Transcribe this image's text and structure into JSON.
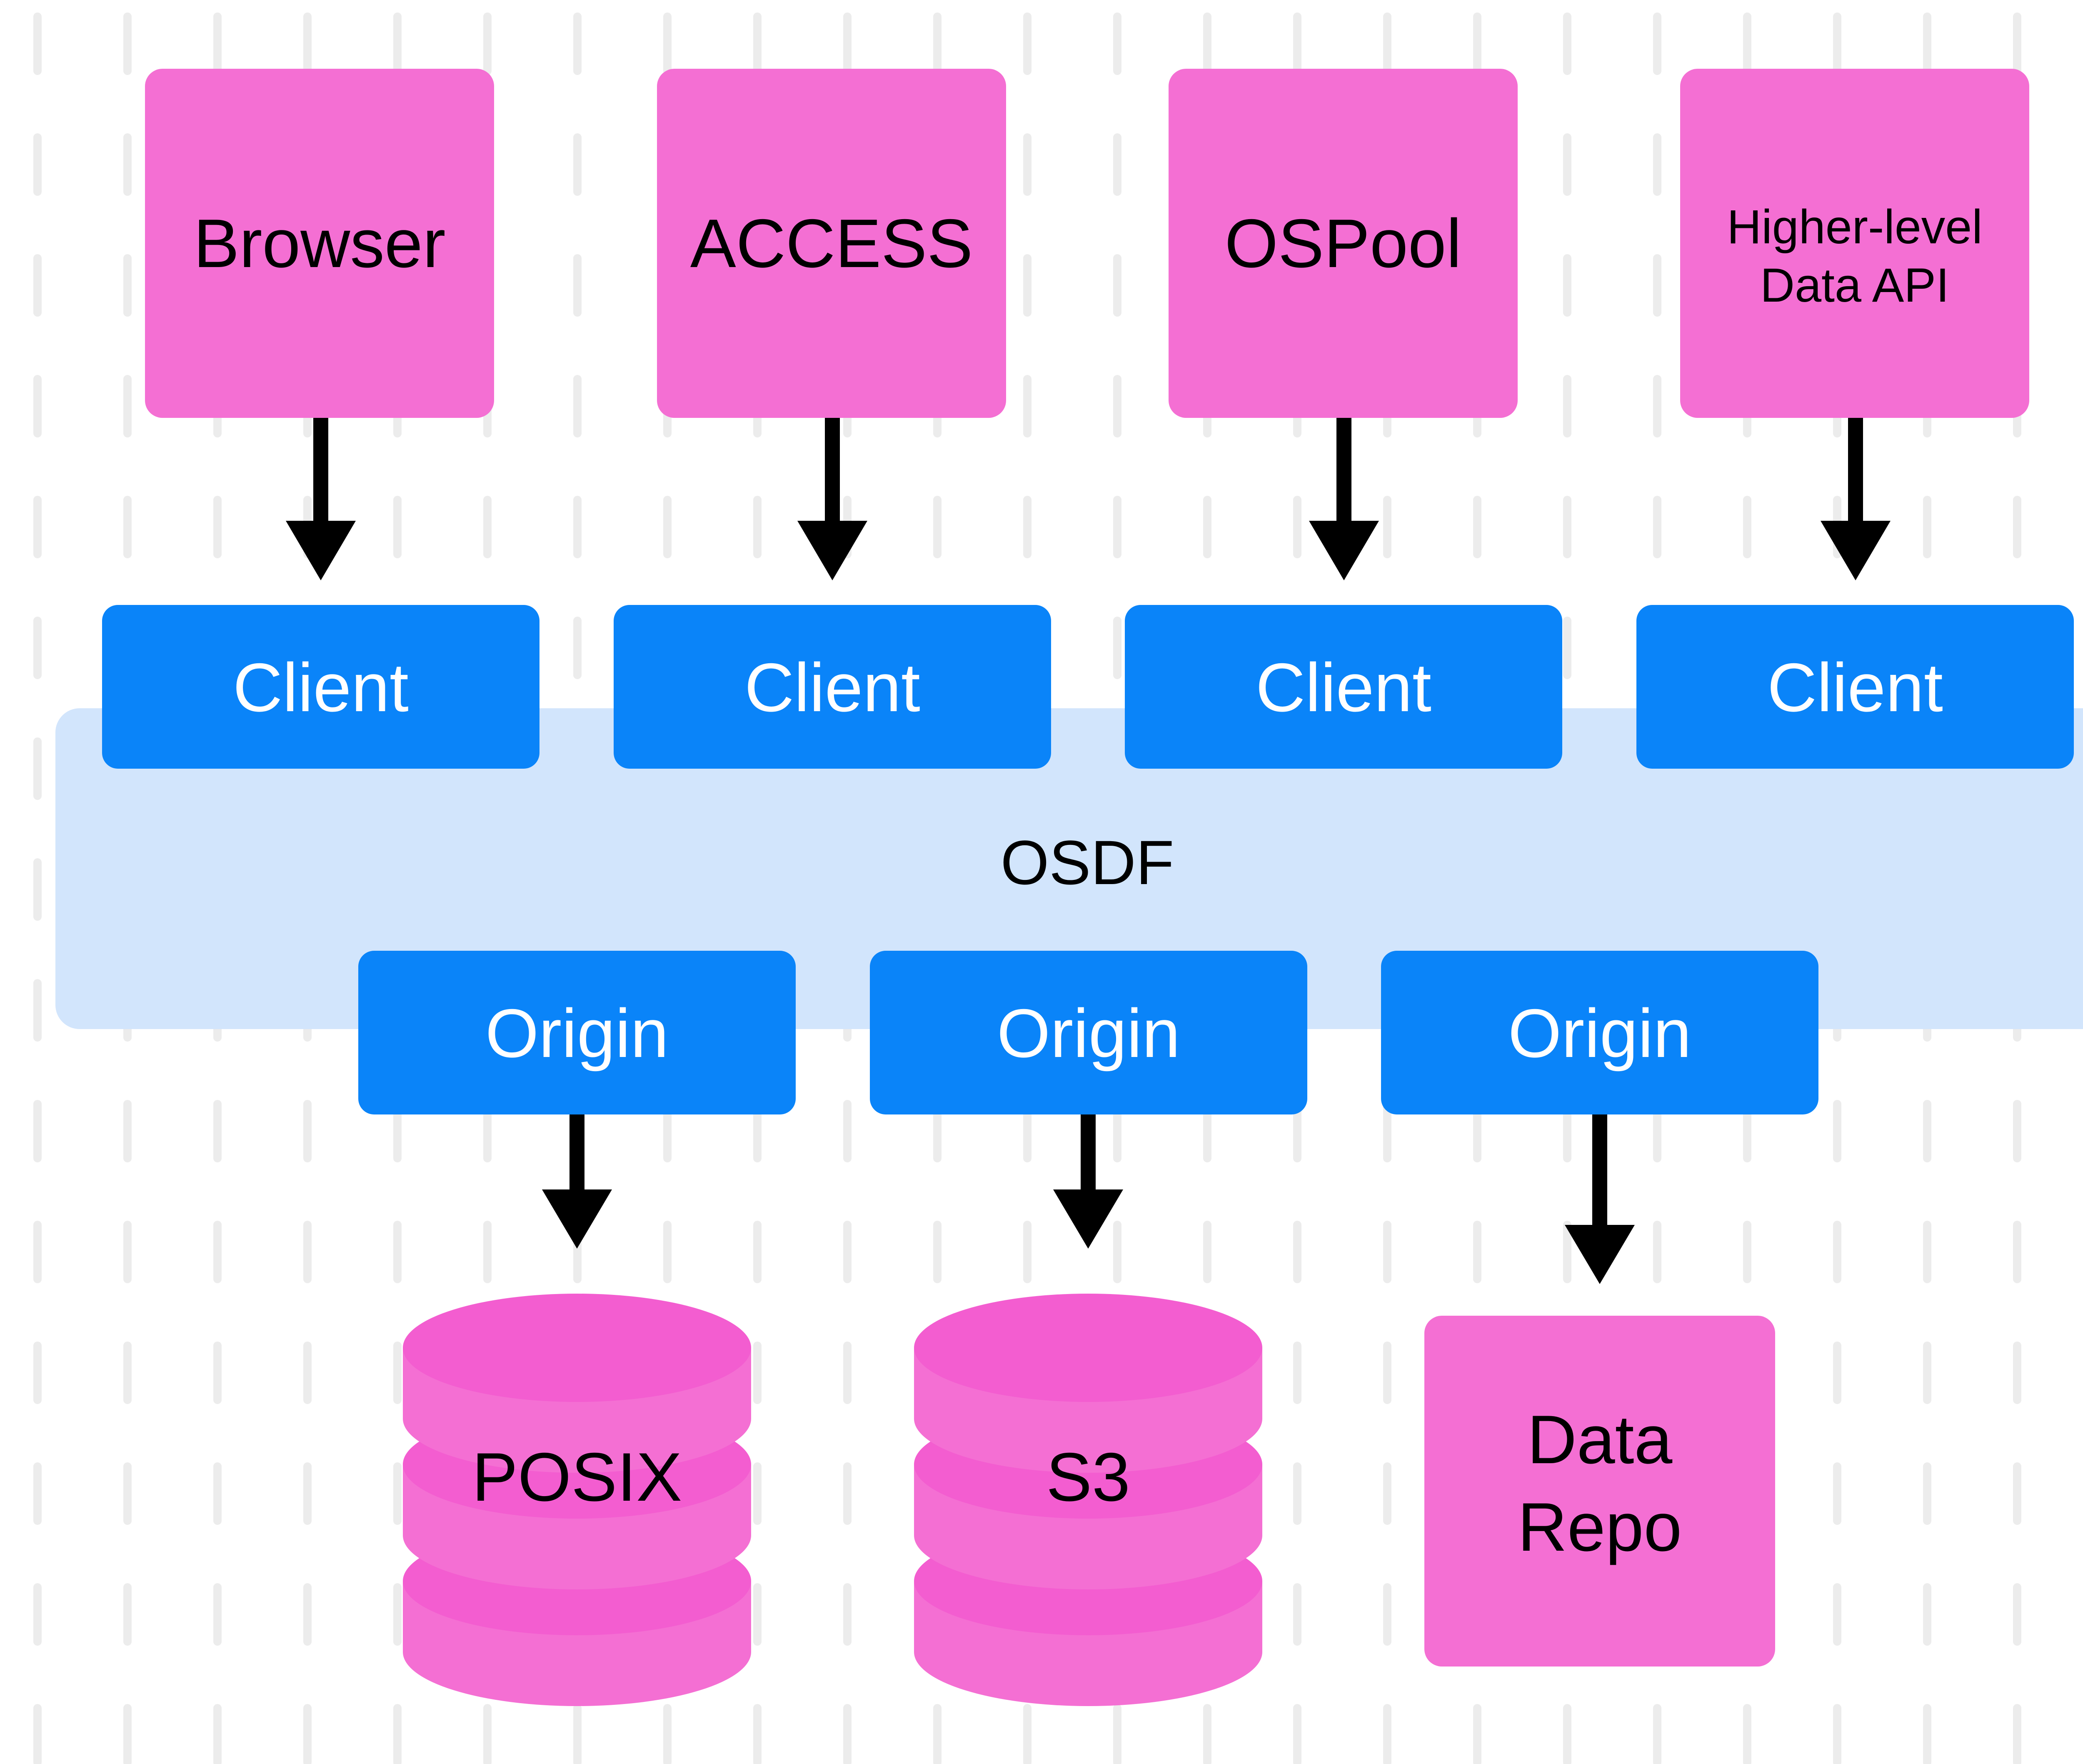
{
  "colors": {
    "background": "#ffffff",
    "dash": "#ececec",
    "pink": "#f46fd3",
    "pink_dark": "#f35dd0",
    "blue": "#0a84f9",
    "osdf_band": "#d2e5fc",
    "arrow": "#000000",
    "label_dark": "#000000",
    "label_light": "#ffffff"
  },
  "applications": [
    {
      "lines": [
        "Browser"
      ]
    },
    {
      "lines": [
        "ACCESS"
      ]
    },
    {
      "lines": [
        "OSPool"
      ]
    },
    {
      "lines": [
        "Higher-level",
        "Data API"
      ]
    }
  ],
  "clients": [
    {
      "label": "Client"
    },
    {
      "label": "Client"
    },
    {
      "label": "Client"
    },
    {
      "label": "Client"
    }
  ],
  "osdf": {
    "label": "OSDF"
  },
  "origins": [
    {
      "label": "Origin"
    },
    {
      "label": "Origin"
    },
    {
      "label": "Origin"
    }
  ],
  "storage": [
    {
      "lines": [
        "POSIX"
      ],
      "shape": "database"
    },
    {
      "lines": [
        "S3"
      ],
      "shape": "database"
    },
    {
      "lines": [
        "Data",
        "Repo"
      ],
      "shape": "box"
    }
  ]
}
